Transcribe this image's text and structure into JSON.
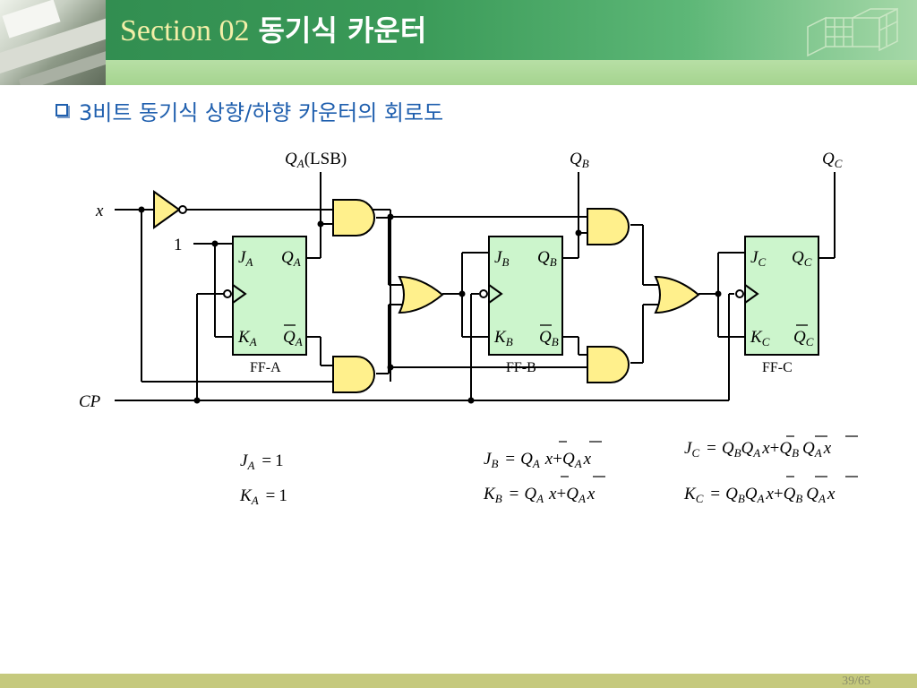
{
  "header": {
    "section_label": "Section 02",
    "title": "동기식 카운터"
  },
  "heading": "3비트 동기식 상향/하향 카운터의 회로도",
  "circuit": {
    "input_x": "x",
    "input_cp": "CP",
    "const_one": "1",
    "q": "Q",
    "j": "J",
    "k": "K",
    "lsb_suffix": "(LSB)",
    "sub_a": "A",
    "sub_b": "B",
    "sub_c": "C",
    "flipflops": [
      {
        "label": "FF-A"
      },
      {
        "label": "FF-B"
      },
      {
        "label": "FF-C"
      }
    ]
  },
  "equations": {
    "eq": "=",
    "plus": "+",
    "one": "1",
    "x": "x"
  },
  "footer": {
    "page": "39/65"
  },
  "colors": {
    "header_green": "#2f8a4e",
    "subbar_green": "#a5d48f",
    "heading_blue": "#1f5fae",
    "ff_fill": "#ccf5cc",
    "gate_fill": "#fff08c",
    "footer_olive": "#c5c97d"
  }
}
